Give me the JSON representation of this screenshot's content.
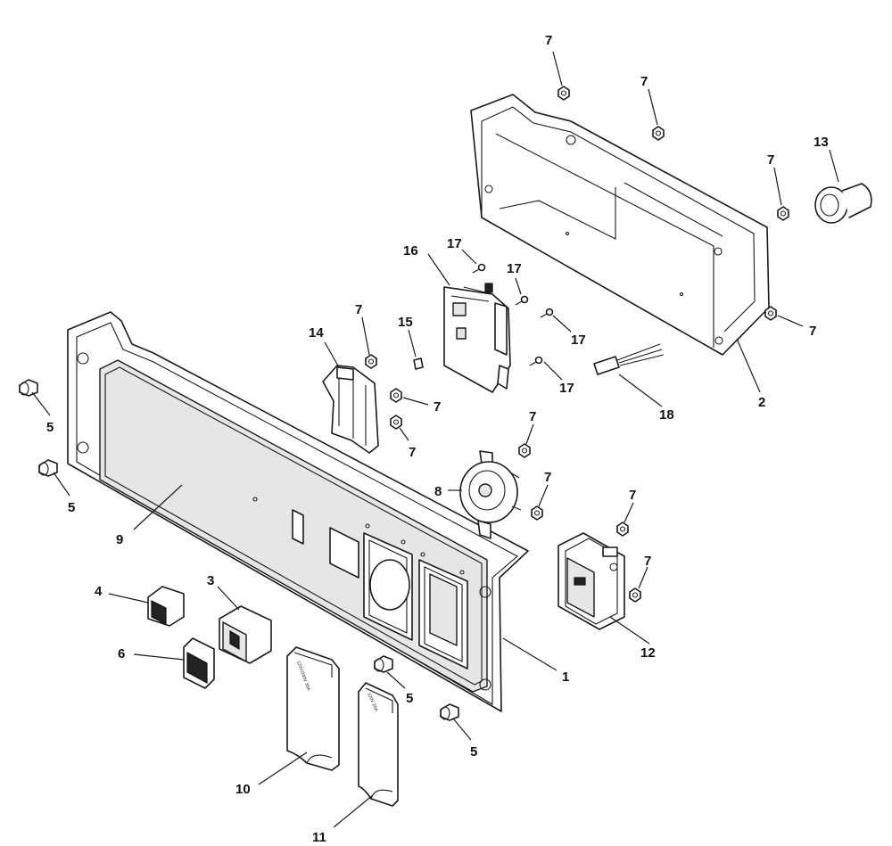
{
  "callouts": {
    "c1": "1",
    "c2": "2",
    "c3": "3",
    "c4": "4",
    "c5a": "5",
    "c5b": "5",
    "c5c": "5",
    "c5d": "5",
    "c6": "6",
    "c7a": "7",
    "c7b": "7",
    "c7c": "7",
    "c7d": "7",
    "c7e": "7",
    "c7f": "7",
    "c7g": "7",
    "c7h": "7",
    "c7i": "7",
    "c7j": "7",
    "c7k": "7",
    "c8": "8",
    "c9": "9",
    "c10": "10",
    "c11": "11",
    "c12": "12",
    "c13": "13",
    "c14": "14",
    "c15": "15",
    "c16": "16",
    "c17a": "17",
    "c17b": "17",
    "c17c": "17",
    "c17d": "17",
    "c18": "18"
  },
  "outlet_covers": {
    "cover10_text": "120V/240V 30A",
    "cover11_text": "120V 20A"
  }
}
